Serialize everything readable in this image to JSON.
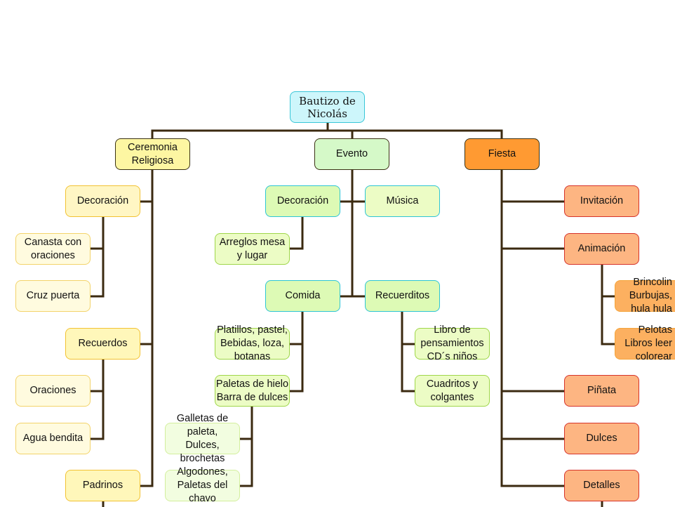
{
  "root": {
    "label": "Bautizo de\nNicolás"
  },
  "ceremonia": {
    "label": "Ceremonia\nReligiosa",
    "decoracion": "Decoración",
    "canasta": "Canasta con\noraciones",
    "cruz": "Cruz  puerta",
    "recuerdos": "Recuerdos",
    "oraciones": "Oraciones",
    "agua": "Agua bendita",
    "padrinos": "Padrinos"
  },
  "evento": {
    "label": "Evento",
    "decoracion": "Decoración",
    "arreglos": "Arreglos mesa\ny lugar",
    "musica": "Música",
    "comida": "Comida",
    "platillos": "Platillos, pastel,\nBebidas, loza,\nbotanas",
    "paletas": "Paletas de hielo\nBarra de dulces",
    "galletas": "Galletas de paleta,\nDulces, brochetas",
    "algodones": "Algodones,\nPaletas del chavo",
    "recuerditos": "Recuerditos",
    "libro": "Libro de\npensamientos\nCD´s niños",
    "cuadritos": "Cuadritos y\ncolgantes"
  },
  "fiesta": {
    "label": "Fiesta",
    "invitacion": "Invitación",
    "animacion": "Animación",
    "brincolin": "Brincolin\nBurbujas,\nhula hula",
    "pelotas": "Pelotas\nLibros leer\ncolorear",
    "pinata": "Piñata",
    "dulces": "Dulces",
    "detalles": "Detalles"
  },
  "colors": {
    "connector": "#3b2a10",
    "root": "#cdf6fb",
    "ceremonia": "#fdf6a2",
    "evento": "#d5f9c8",
    "fiesta": "#ff9a32",
    "fiesta_children": "#fdb582"
  }
}
